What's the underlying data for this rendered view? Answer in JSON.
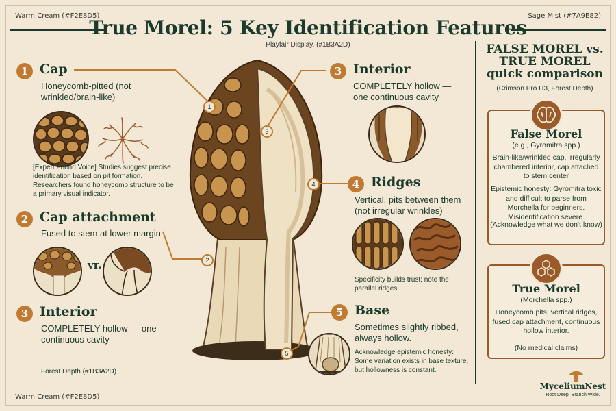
{
  "labels": {
    "top_left": "Warm Cream (#F2E8D5)",
    "top_right": "Sage Mist (#7A9E82)",
    "bottom_left": "Warm Cream (#F2E8D5)",
    "forest_depth": "Forest Depth (#1B3A2D)"
  },
  "header": {
    "title": "True Morel: 5 Key Identification Features",
    "subtitle": "Playfair Display, (#1B3A2D)"
  },
  "features": {
    "cap": {
      "num": "1",
      "title": "Cap",
      "desc": "Honeycomb-pitted (not wrinkled/brain-like)",
      "note": "[Expert Friend Voice] Studies suggest precise identification based on pit formation. Researchers found honeycomb structure to be a primary visual indicator."
    },
    "attachment": {
      "num": "2",
      "title": "Cap attachment",
      "desc": "Fused to stem at lower margin",
      "vs": "vr."
    },
    "interior_left": {
      "num": "3",
      "title": "Interior",
      "desc": "COMPLETELY hollow — one continuous cavity"
    },
    "interior_right": {
      "num": "3",
      "title": "Interior",
      "desc": "COMPLETELY hollow — one continuous cavity"
    },
    "ridges": {
      "num": "4",
      "title": "Ridges",
      "desc": "Vertical, pits between them (not irregular wrinkles)",
      "note": "Specificity builds trust; note the parallel ridges."
    },
    "base": {
      "num": "5",
      "title": "Base",
      "desc": "Sometimes slightly ribbed, always hollow.",
      "note": "Acknowledge epistemic honesty: Some variation exists in base texture, but hollowness is constant."
    }
  },
  "markers": [
    "1",
    "2",
    "3",
    "4",
    "5"
  ],
  "comparison": {
    "title": "FALSE MOREL vs. TRUE MOREL quick comparison",
    "caption": "(Crimson Pro H3, Forest Depth)",
    "false_morel": {
      "title": "False Morel",
      "species": "(e.g., Gyromitra spp.)",
      "desc": "Brain-like/wrinkled cap, irregularly chambered interior, cap attached to stem center",
      "honesty": "Epistemic honesty: Gyromitra toxic and difficult to parse from Morchella for beginners. Misidentification severe.",
      "ack": "(Acknowledge what we don't know)"
    },
    "true_morel": {
      "title": "True Morel",
      "species": "(Morchella spp.)",
      "desc": "Honeycomb pits, vertical ridges, fused cap attachment, continuous hollow interior.",
      "disclaimer": "(No medical claims)"
    }
  },
  "brand": {
    "name": "MyceliumNest",
    "tagline": "Root Deep. Branch Wide."
  },
  "colors": {
    "cream": "#F2E8D5",
    "forest": "#1B3A2D",
    "sage": "#7A9E82",
    "accent": "#C07A32"
  }
}
